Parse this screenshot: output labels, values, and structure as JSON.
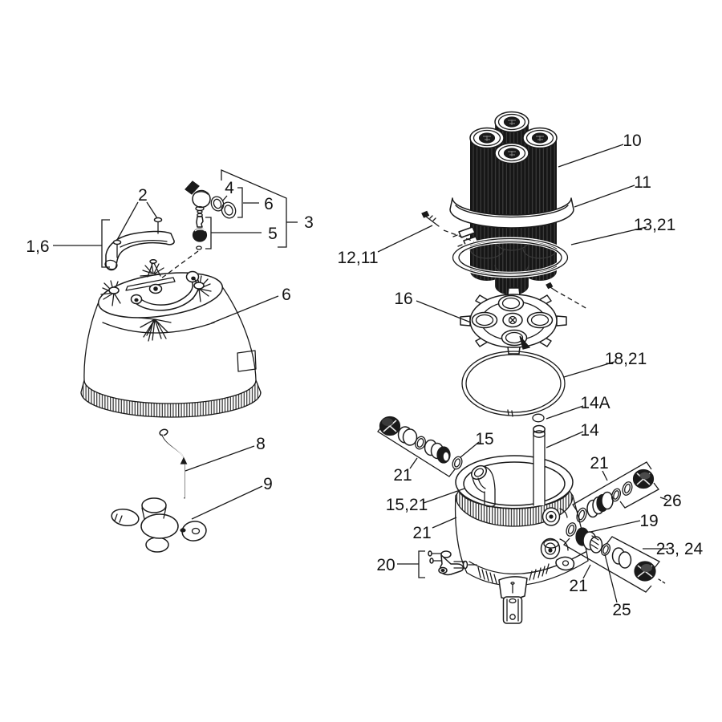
{
  "diagram": {
    "kind": "exploded-parts-diagram",
    "background_color": "#ffffff",
    "line_color": "#1a1a1a",
    "dark_fill_color": "#161616",
    "labels": [
      {
        "text": "2"
      },
      {
        "text": "4"
      },
      {
        "text": "6"
      },
      {
        "text": "5"
      },
      {
        "text": "3"
      },
      {
        "text": "1,6"
      },
      {
        "text": "6"
      },
      {
        "text": "8"
      },
      {
        "text": "9"
      },
      {
        "text": "10"
      },
      {
        "text": "11"
      },
      {
        "text": "13,21"
      },
      {
        "text": "12,11"
      },
      {
        "text": "16"
      },
      {
        "text": "18,21"
      },
      {
        "text": "14A"
      },
      {
        "text": "14"
      },
      {
        "text": "15"
      },
      {
        "text": "21"
      },
      {
        "text": "15,21"
      },
      {
        "text": "21"
      },
      {
        "text": "20"
      },
      {
        "text": "21"
      },
      {
        "text": "26"
      },
      {
        "text": "19"
      },
      {
        "text": "23, 24"
      },
      {
        "text": "21"
      },
      {
        "text": "25"
      }
    ]
  }
}
